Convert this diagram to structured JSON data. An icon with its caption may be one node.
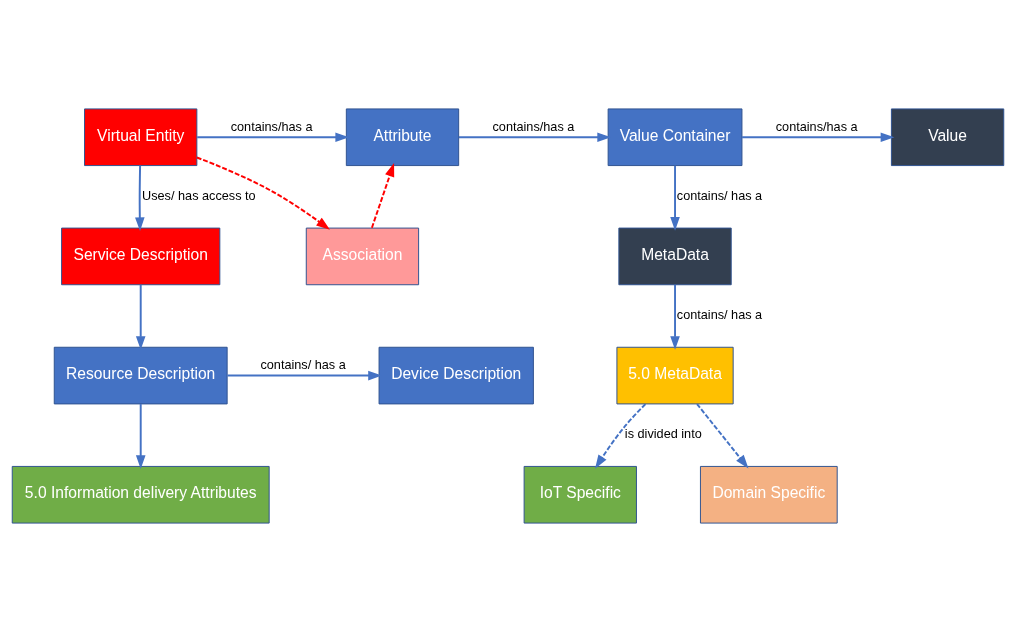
{
  "diagram": {
    "nodes": [
      {
        "text": [
          "Virtual Entity"
        ]
      },
      {
        "text": [
          "Attribute"
        ]
      },
      {
        "text": [
          "Value Container"
        ]
      },
      {
        "text": [
          "Value"
        ]
      },
      {
        "text": [
          "Service Description"
        ]
      },
      {
        "text": [
          "Association"
        ]
      },
      {
        "text": [
          "MetaData"
        ]
      },
      {
        "text": [
          "Resource Description"
        ]
      },
      {
        "text": [
          "Device Description"
        ]
      },
      {
        "text": [
          "5.0 MetaData"
        ]
      },
      {
        "text": [
          "5.0 Information delivery Attributes"
        ]
      },
      {
        "text": [
          "IoT Specific"
        ]
      },
      {
        "text": [
          "Domain Specific"
        ]
      }
    ],
    "edges": [
      {
        "from": 0,
        "to": 1,
        "arrow": "to",
        "label": "contains/has a"
      },
      {
        "from": 1,
        "to": 2,
        "arrow": "to",
        "label": "contains/has a"
      },
      {
        "from": 2,
        "to": 3,
        "arrow": "to",
        "label": "contains/has a"
      },
      {
        "from": 0,
        "to": 4,
        "arrow": "to",
        "label": "Uses/ has access to"
      },
      {
        "from": 0,
        "to": 5,
        "arrow": "to",
        "style": "dashed",
        "color": "#ff0000"
      },
      {
        "from": 5,
        "to": 1,
        "arrow": "to",
        "style": "dashed",
        "color": "#ff0000"
      },
      {
        "from": 2,
        "to": 6,
        "arrow": "to",
        "label": "contains/ has a"
      },
      {
        "from": 6,
        "to": 9,
        "arrow": "to",
        "label": "contains/ has a"
      },
      {
        "from": 4,
        "to": 7,
        "arrow": "to"
      },
      {
        "from": 7,
        "to": 8,
        "arrow": "to",
        "label": "contains/ has a"
      },
      {
        "from": 7,
        "to": 10,
        "arrow": "to"
      },
      {
        "from": 9,
        "to": 11,
        "arrow": "to",
        "style": "dashed",
        "label": "is divided into"
      },
      {
        "from": 9,
        "to": 12,
        "arrow": "to",
        "style": "dashed"
      }
    ]
  }
}
